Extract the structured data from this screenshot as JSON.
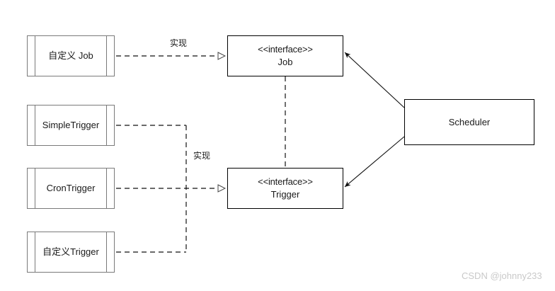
{
  "diagram": {
    "title": "Quartz Job / Trigger / Scheduler relationship diagram",
    "background": "#ffffff",
    "line_color": "#000000",
    "component_border_color": "#7a7a7a",
    "text_color": "#1a1a1a"
  },
  "components": [
    {
      "id": "custom-job",
      "label": "自定义 Job"
    },
    {
      "id": "simple-trigger",
      "label": "SimpleTrigger"
    },
    {
      "id": "cron-trigger",
      "label": "CronTrigger"
    },
    {
      "id": "custom-trigger",
      "label": "自定义Trigger"
    }
  ],
  "interfaces": [
    {
      "id": "job-interface",
      "stereotype": "<<interface>>",
      "name": "Job"
    },
    {
      "id": "trigger-interface",
      "stereotype": "<<interface>>",
      "name": "Trigger"
    }
  ],
  "classes": [
    {
      "id": "scheduler",
      "label": "Scheduler"
    }
  ],
  "edge_labels": [
    {
      "id": "realize-job",
      "text": "实现"
    },
    {
      "id": "realize-trigger",
      "text": "实现"
    }
  ],
  "watermark": {
    "text": "CSDN @johnny233"
  }
}
